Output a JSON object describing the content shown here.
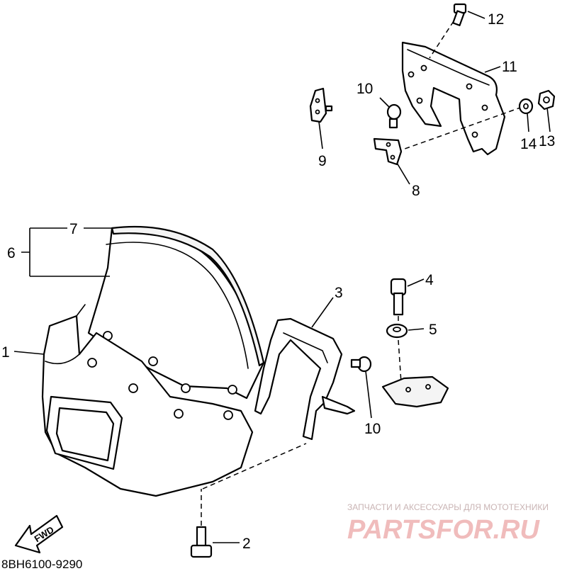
{
  "diagram": {
    "callouts": [
      {
        "id": "1",
        "label": "1"
      },
      {
        "id": "2",
        "label": "2"
      },
      {
        "id": "3",
        "label": "3"
      },
      {
        "id": "4",
        "label": "4"
      },
      {
        "id": "5",
        "label": "5"
      },
      {
        "id": "6",
        "label": "6"
      },
      {
        "id": "7",
        "label": "7"
      },
      {
        "id": "8",
        "label": "8"
      },
      {
        "id": "9",
        "label": "9"
      },
      {
        "id": "10a",
        "label": "10"
      },
      {
        "id": "10b",
        "label": "10"
      },
      {
        "id": "11",
        "label": "11"
      },
      {
        "id": "12",
        "label": "12"
      },
      {
        "id": "13",
        "label": "13"
      },
      {
        "id": "14",
        "label": "14"
      }
    ],
    "fwd_label": "FWD",
    "drawing_code": "8BH6100-9290"
  },
  "watermark": {
    "tagline": "ЗАПЧАСТИ И АКСЕССУАРЫ ДЛЯ МОТОТЕХНИКИ",
    "brand": "PARTSFOR.RU",
    "color": "#f0bcbc"
  }
}
